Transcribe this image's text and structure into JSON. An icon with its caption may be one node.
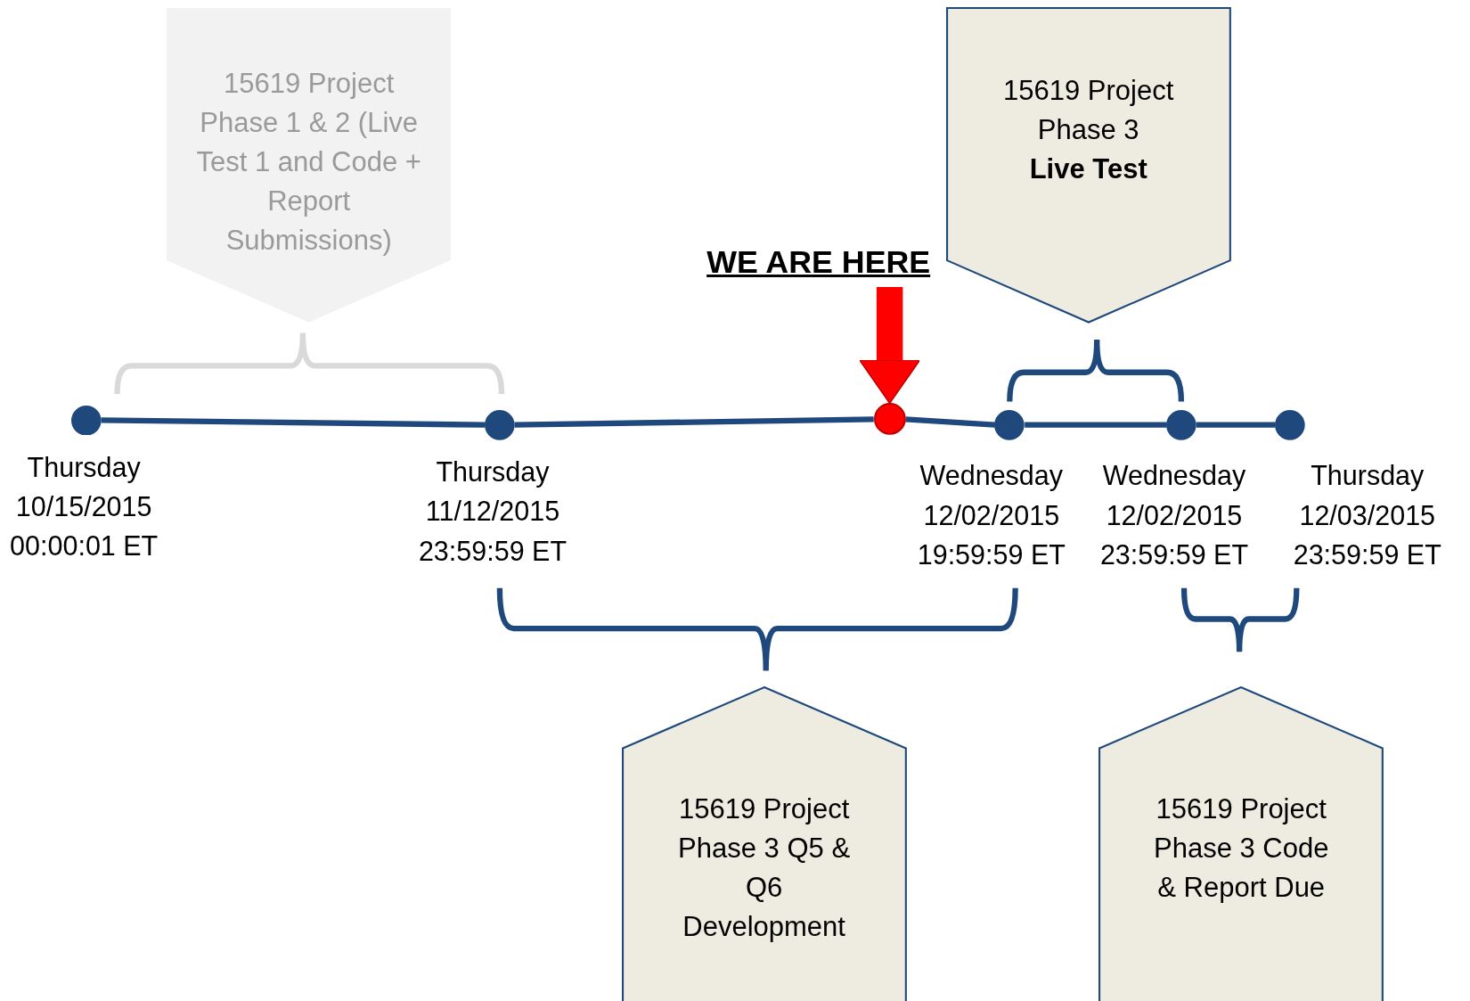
{
  "diagram": {
    "nodes": [
      {
        "text": [
          "15619 Project Phase 1 & 2 (Live Test 1 and Code + Report Submissions)"
        ]
      },
      {
        "text": [
          "15619 Project Phase 3",
          "Live Test"
        ]
      },
      {
        "text": [
          "WE ARE HERE"
        ]
      },
      {
        "text": [],
        "shape": "circle",
        "beside": [
          "Thursday 10/15/2015 00:00:01 ET"
        ]
      },
      {
        "text": [],
        "shape": "circle",
        "beside": [
          "Thursday 11/12/2015 23:59:59 ET"
        ]
      },
      {
        "text": [],
        "shape": "circle"
      },
      {
        "text": [],
        "shape": "circle",
        "beside": [
          "Wednesday 12/02/2015 19:59:59 ET"
        ]
      },
      {
        "text": [],
        "shape": "circle",
        "beside": [
          "Wednesday 12/02/2015 23:59:59 ET"
        ]
      },
      {
        "text": [],
        "shape": "circle",
        "beside": [
          "Thursday 12/03/2015 23:59:59 ET"
        ]
      },
      {
        "text": [
          "15619 Project Phase 3 Q5 & Q6 Development"
        ]
      },
      {
        "text": [
          "15619 Project Phase 3 Code & Report Due"
        ]
      }
    ],
    "edges": [
      {
        "from": 3,
        "to": 4,
        "arrow": "none"
      },
      {
        "from": 4,
        "to": 5,
        "arrow": "none"
      },
      {
        "from": 5,
        "to": 6,
        "arrow": "none"
      },
      {
        "from": 6,
        "to": 7,
        "arrow": "none"
      },
      {
        "from": 7,
        "to": 8,
        "arrow": "none"
      },
      {
        "from": 2,
        "to": 5,
        "arrow": "to",
        "style": "thick",
        "color": "#ff0000"
      }
    ]
  }
}
